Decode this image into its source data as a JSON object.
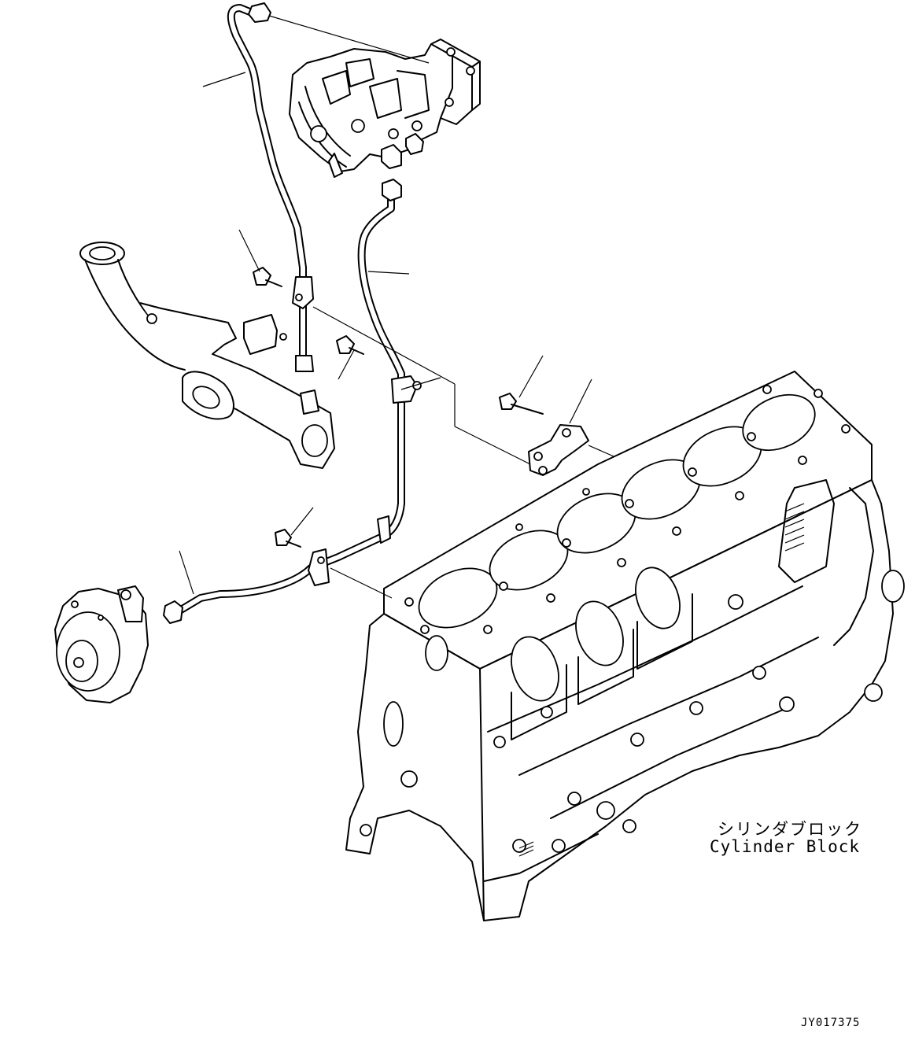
{
  "diagram": {
    "label_jp": "シリンダブロック",
    "label_en": "Cylinder Block",
    "figure_code": "JY017375"
  },
  "parts": [
    "fuel-injection-pump",
    "upper-fuel-tube",
    "middle-fuel-tube",
    "lower-fuel-tube",
    "tube-clamp",
    "clamp-bolt",
    "mounting-bracket",
    "fuel-filter-head",
    "feed-pump",
    "cylinder-block"
  ],
  "colors": {
    "line": "#000000",
    "background": "#ffffff"
  }
}
